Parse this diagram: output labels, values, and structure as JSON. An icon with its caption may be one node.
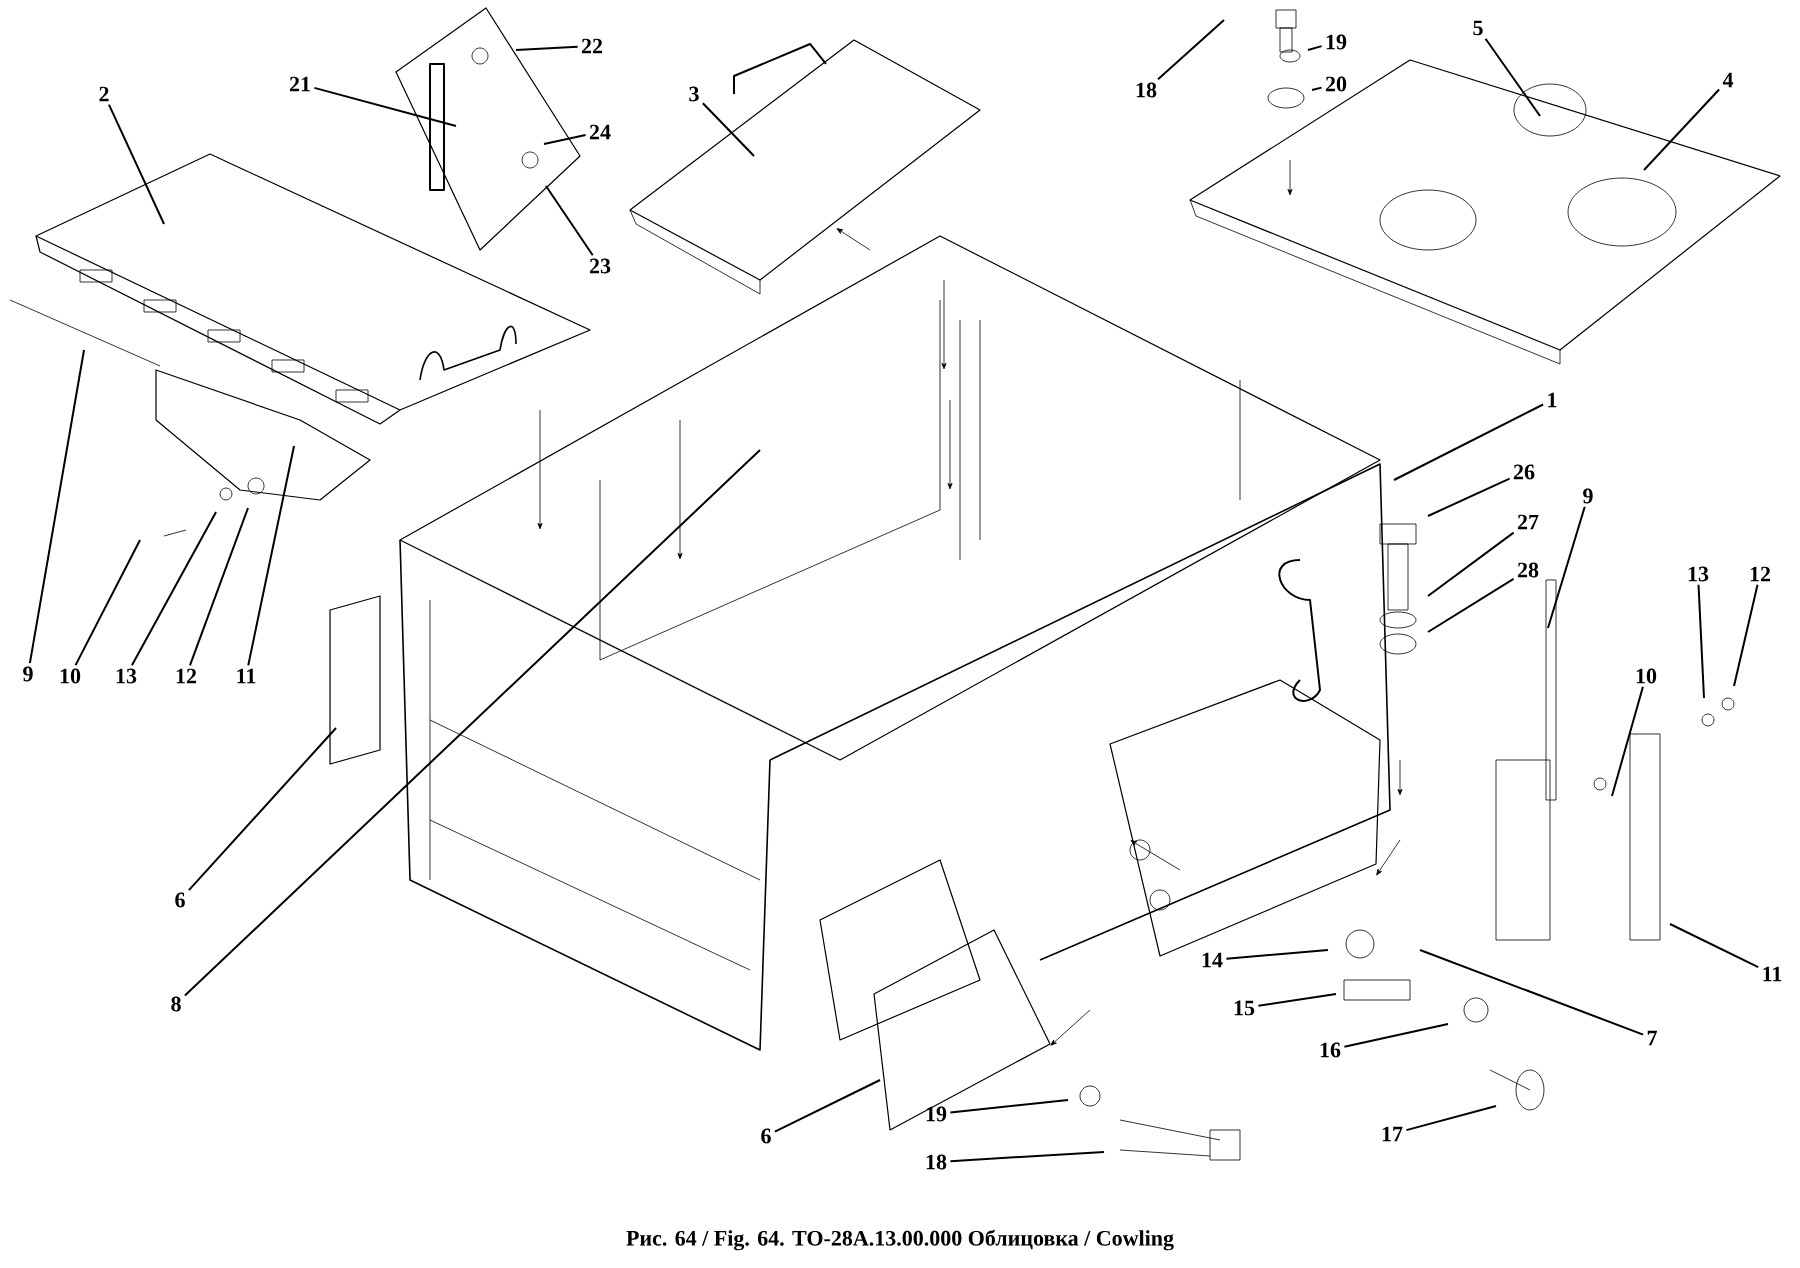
{
  "diagram": {
    "caption": "Рис. 64 / Fig. 64.     ТО-28А.13.00.000     Облицовка / Cowling",
    "nodes": [
      {
        "text": [
          "22"
        ]
      },
      {
        "text": [
          "18"
        ]
      },
      {
        "text": [
          "19"
        ]
      },
      {
        "text": [
          "5"
        ]
      },
      {
        "text": [
          "20"
        ]
      },
      {
        "text": [
          "21"
        ]
      },
      {
        "text": [
          "2"
        ]
      },
      {
        "text": [
          "3"
        ]
      },
      {
        "text": [
          "4"
        ]
      },
      {
        "text": [
          "24"
        ]
      },
      {
        "text": [
          "23"
        ]
      },
      {
        "text": [
          "1"
        ]
      },
      {
        "text": [
          "26"
        ]
      },
      {
        "text": [
          "9"
        ]
      },
      {
        "text": [
          "27"
        ]
      },
      {
        "text": [
          "28"
        ]
      },
      {
        "text": [
          "13"
        ]
      },
      {
        "text": [
          "12"
        ]
      },
      {
        "text": [
          "9"
        ]
      },
      {
        "text": [
          "10"
        ]
      },
      {
        "text": [
          "13"
        ]
      },
      {
        "text": [
          "12"
        ]
      },
      {
        "text": [
          "11"
        ]
      },
      {
        "text": [
          "10"
        ]
      },
      {
        "text": [
          "6"
        ]
      },
      {
        "text": [
          "14"
        ]
      },
      {
        "text": [
          "11"
        ]
      },
      {
        "text": [
          "8"
        ]
      },
      {
        "text": [
          "15"
        ]
      },
      {
        "text": [
          "7"
        ]
      },
      {
        "text": [
          "16"
        ]
      },
      {
        "text": [
          "19"
        ]
      },
      {
        "text": [
          "6"
        ]
      },
      {
        "text": [
          "17"
        ]
      },
      {
        "text": [
          "18"
        ]
      }
    ],
    "edges": [
      {
        "from": 0,
        "to": null,
        "arrow": "none"
      },
      {
        "from": 1,
        "to": null,
        "arrow": "none"
      },
      {
        "from": 2,
        "to": null,
        "arrow": "none"
      },
      {
        "from": 3,
        "to": null,
        "arrow": "none"
      },
      {
        "from": 4,
        "to": null,
        "arrow": "none"
      },
      {
        "from": 5,
        "to": null,
        "arrow": "none"
      },
      {
        "from": 6,
        "to": null,
        "arrow": "none"
      },
      {
        "from": 7,
        "to": null,
        "arrow": "none"
      },
      {
        "from": 8,
        "to": null,
        "arrow": "none"
      },
      {
        "from": 9,
        "to": null,
        "arrow": "none"
      },
      {
        "from": 10,
        "to": null,
        "arrow": "none"
      },
      {
        "from": 11,
        "to": null,
        "arrow": "none"
      },
      {
        "from": 12,
        "to": null,
        "arrow": "none"
      },
      {
        "from": 13,
        "to": null,
        "arrow": "none"
      },
      {
        "from": 14,
        "to": null,
        "arrow": "none"
      },
      {
        "from": 15,
        "to": null,
        "arrow": "none"
      },
      {
        "from": 16,
        "to": null,
        "arrow": "none"
      },
      {
        "from": 17,
        "to": null,
        "arrow": "none"
      },
      {
        "from": 18,
        "to": null,
        "arrow": "none"
      },
      {
        "from": 19,
        "to": null,
        "arrow": "none"
      },
      {
        "from": 20,
        "to": null,
        "arrow": "none"
      },
      {
        "from": 21,
        "to": null,
        "arrow": "none"
      },
      {
        "from": 22,
        "to": null,
        "arrow": "none"
      },
      {
        "from": 23,
        "to": null,
        "arrow": "none"
      },
      {
        "from": 24,
        "to": null,
        "arrow": "none"
      },
      {
        "from": 25,
        "to": null,
        "arrow": "none"
      },
      {
        "from": 26,
        "to": null,
        "arrow": "none"
      },
      {
        "from": 27,
        "to": null,
        "arrow": "none"
      },
      {
        "from": 28,
        "to": null,
        "arrow": "none"
      },
      {
        "from": 29,
        "to": null,
        "arrow": "none"
      },
      {
        "from": 30,
        "to": null,
        "arrow": "none"
      },
      {
        "from": 31,
        "to": null,
        "arrow": "none"
      },
      {
        "from": 32,
        "to": null,
        "arrow": "none"
      },
      {
        "from": 33,
        "to": null,
        "arrow": "none"
      },
      {
        "from": 34,
        "to": null,
        "arrow": "none"
      }
    ]
  }
}
